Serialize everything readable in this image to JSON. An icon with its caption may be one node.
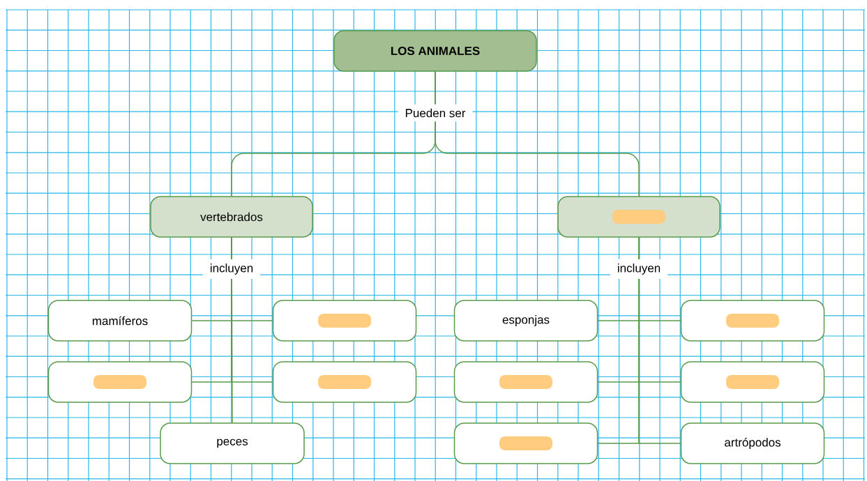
{
  "diagram": {
    "nodes": [
      {
        "text": [
          "LOS ANIMALES"
        ]
      },
      {
        "text": [
          "vertebrados"
        ]
      },
      {
        "text": [],
        "shape": "box"
      },
      {
        "text": [
          "mamíferos"
        ]
      },
      {
        "text": [],
        "shape": "box"
      },
      {
        "text": [],
        "shape": "box"
      },
      {
        "text": [],
        "shape": "box"
      },
      {
        "text": [
          "peces"
        ]
      },
      {
        "text": [
          "esponjas"
        ]
      },
      {
        "text": [],
        "shape": "box"
      },
      {
        "text": [],
        "shape": "box"
      },
      {
        "text": [],
        "shape": "box"
      },
      {
        "text": [],
        "shape": "box"
      },
      {
        "text": [
          "artrópodos"
        ]
      }
    ],
    "edges": [
      {
        "from": 0,
        "to": 1,
        "arrow": "none",
        "label": "Pueden ser"
      },
      {
        "from": 0,
        "to": 2,
        "arrow": "none"
      },
      {
        "from": 1,
        "to": 3,
        "arrow": "none",
        "label": "incluyen"
      },
      {
        "from": 1,
        "to": 4,
        "arrow": "none"
      },
      {
        "from": 1,
        "to": 5,
        "arrow": "none"
      },
      {
        "from": 1,
        "to": 6,
        "arrow": "none"
      },
      {
        "from": 1,
        "to": 7,
        "arrow": "none"
      },
      {
        "from": 2,
        "to": 8,
        "arrow": "none",
        "label": "incluyen"
      },
      {
        "from": 2,
        "to": 9,
        "arrow": "none"
      },
      {
        "from": 2,
        "to": 10,
        "arrow": "none"
      },
      {
        "from": 2,
        "to": 11,
        "arrow": "none"
      },
      {
        "from": 2,
        "to": 12,
        "arrow": "none"
      },
      {
        "from": 2,
        "to": 13,
        "arrow": "none"
      }
    ]
  }
}
